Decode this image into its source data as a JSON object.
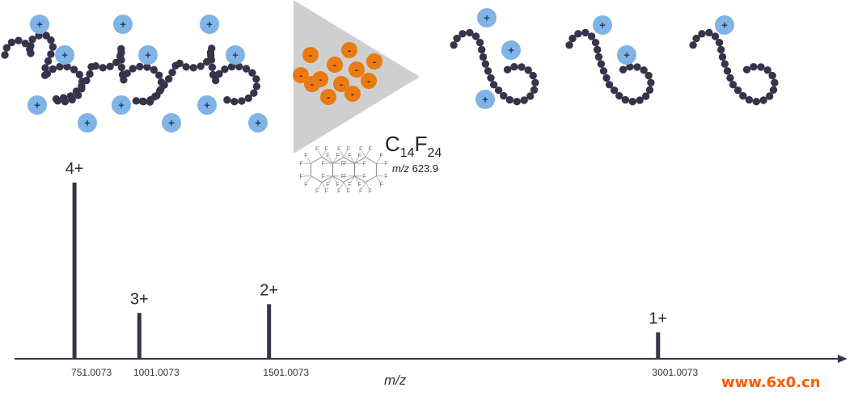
{
  "formula": {
    "element_c": "C",
    "sub_c": "14",
    "element_f": "F",
    "sub_f": "24"
  },
  "reagent_note": {
    "prefix": "m/z",
    "value": "623.9"
  },
  "fluorine_symbol": "F",
  "ion_signs": {
    "positive": "+",
    "negative": "-"
  },
  "watermark": "www.6x0.cn",
  "colors": {
    "bead": "#35344a",
    "positive_ion": "#7fb4e4",
    "negative_ion": "#ea7a12",
    "reagent_triangle": "#cfcfcf",
    "peak": "#35344a",
    "axis": "#35344a",
    "watermark": "#ff5a00"
  },
  "chart_data": {
    "type": "bar",
    "xlabel": "m/z",
    "ylabel": "",
    "title": "",
    "tick_labels": [
      "751.0073",
      "1001.0073",
      "1501.0073",
      "3001.0073"
    ],
    "xlim": [
      520,
      3700
    ],
    "ylim": [
      0,
      100
    ],
    "peaks": [
      {
        "label": "4+",
        "mz": 751.0073,
        "intensity": 100
      },
      {
        "label": "3+",
        "mz": 1001.0073,
        "intensity": 26
      },
      {
        "label": "2+",
        "mz": 1501.0073,
        "intensity": 31
      },
      {
        "label": "1+",
        "mz": 3001.0073,
        "intensity": 15
      }
    ]
  }
}
